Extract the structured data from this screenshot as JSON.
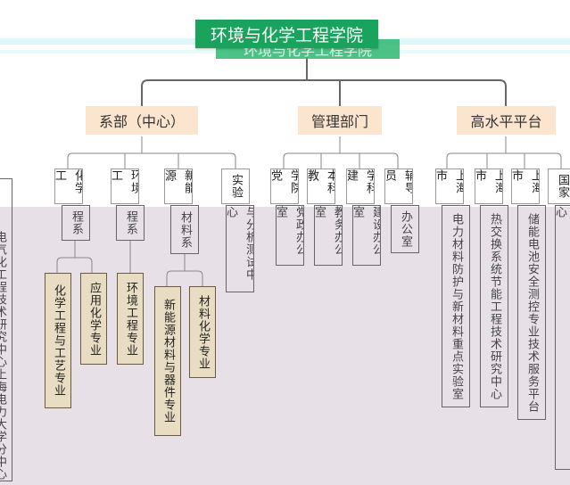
{
  "root": {
    "title": "环境与化学工程学院",
    "title_ghost": "环境与化学工程学院"
  },
  "categories": [
    "系部（中心）",
    "管理部门",
    "高水平平台"
  ],
  "departments_top": [
    "化学工",
    "环境工",
    "新能源",
    "实验"
  ],
  "departments_bottom": [
    "程系",
    "程系",
    "材料系",
    "与分析测试中心"
  ],
  "chem_majors": [
    "化学工程与工艺专业",
    "应用化学专业"
  ],
  "env_majors": [
    "环境工程专业"
  ],
  "energy_majors": [
    "新能源材料与器件专业",
    "材料化学专业"
  ],
  "offices_top": [
    "学院党",
    "本科教",
    "学科建",
    "辅导员"
  ],
  "offices_bottom": [
    "党政办公室",
    "教务办公室",
    "建设办公室",
    "办公室"
  ],
  "platforms_top": [
    "上海市",
    "上海市",
    "上海市",
    "国家"
  ],
  "platforms_bottom": [
    "电力材料防护与新材料重点实验室",
    "热交换系统节能工程技术研究中心",
    "储能电池安全测控专业技术服务平台",
    "能源电力碳中和技术研究中心上海电力大学分中心"
  ],
  "left_edge_text": "电气化工程技术研究中心上海电力大学分中心"
}
